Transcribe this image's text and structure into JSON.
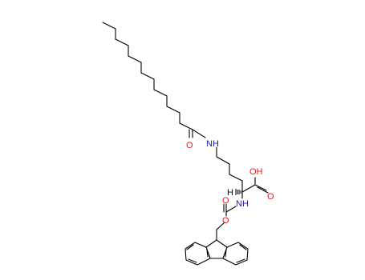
{
  "colors": {
    "background": "#ffffff",
    "carbon_bond": "#000000",
    "oxygen": "#e02020",
    "nitrogen": "#1a1aa6"
  },
  "labels": {
    "amide_oxygen": "O",
    "amide_nitrogen": "NH",
    "acid_hydroxyl": "OH",
    "acid_carbonyl_oxygen": "O",
    "alpha_hydrogen": "H",
    "carbamate_nitrogen": "NH",
    "carbamate_carbonyl_oxygen": "O",
    "carbamate_ester_oxygen": "O"
  }
}
